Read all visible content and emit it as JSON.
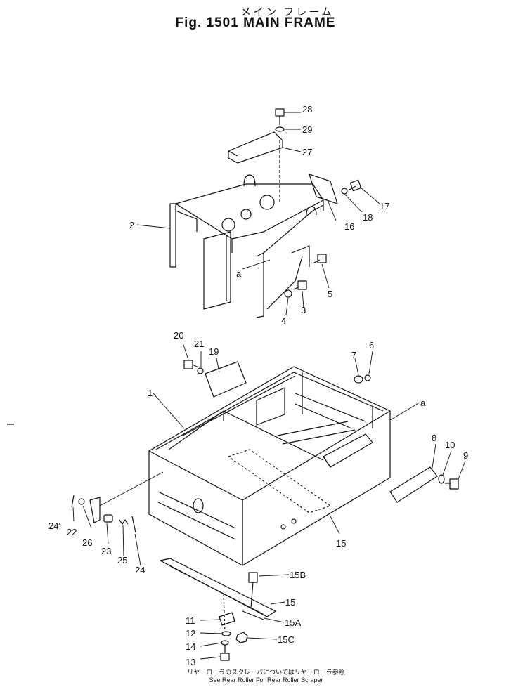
{
  "header": {
    "title_jp": "メイン フレーム",
    "title": "Fig. 1501 MAIN FRAME"
  },
  "labels": {
    "p1": "1",
    "p2": "2",
    "p3": "3",
    "p4": "4'",
    "p5": "5",
    "p6": "6",
    "p7": "7",
    "p8": "8",
    "p9": "9",
    "p10": "10",
    "p11": "11",
    "p12": "12",
    "p13": "13",
    "p14": "14",
    "p15": "15",
    "p15b": "15",
    "p15B": "15B",
    "p15A": "15A",
    "p15C": "15C",
    "p16": "16",
    "p17": "17",
    "p18": "18",
    "p19": "19",
    "p20": "20",
    "p21": "21",
    "p22": "22",
    "p23": "23",
    "p24": "24",
    "p24p": "24'",
    "p25": "25",
    "p26": "26",
    "p27": "27",
    "p28": "28",
    "p29": "29",
    "pa1": "a",
    "pa2": "a"
  },
  "footer": {
    "note_jp": "リヤーローラのスクレーパについてはリヤーローラ参照",
    "note_en": "See Rear Roller For Rear Roller Scraper"
  },
  "colors": {
    "ink": "#111111",
    "paper": "#ffffff"
  }
}
